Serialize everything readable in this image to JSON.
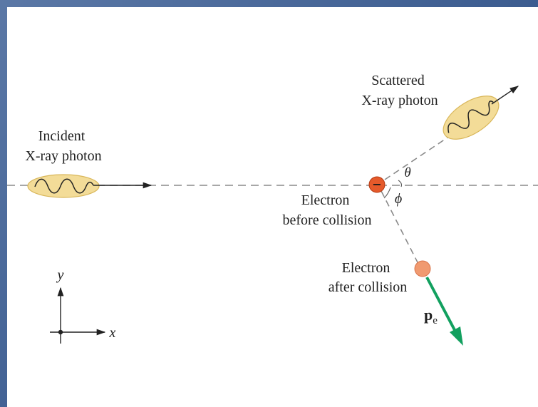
{
  "labels": {
    "incident": [
      "Incident",
      "X-ray photon"
    ],
    "scattered": [
      "Scattered",
      "X-ray photon"
    ],
    "electron_before": [
      "Electron",
      "before collision"
    ],
    "electron_after": [
      "Electron",
      "after collision"
    ],
    "theta": "θ",
    "phi": "ϕ",
    "pe_main": "p",
    "pe_sub": "e",
    "axis_x": "x",
    "axis_y": "y",
    "electron_charge": "−"
  },
  "colors": {
    "photon_fill": "#f3dc98",
    "photon_stroke": "#d9b75a",
    "electron_before": "#e55a2b",
    "electron_after": "#f09a70",
    "momentum_arrow": "#12a05f",
    "dashed_line": "#8a8a8a"
  }
}
